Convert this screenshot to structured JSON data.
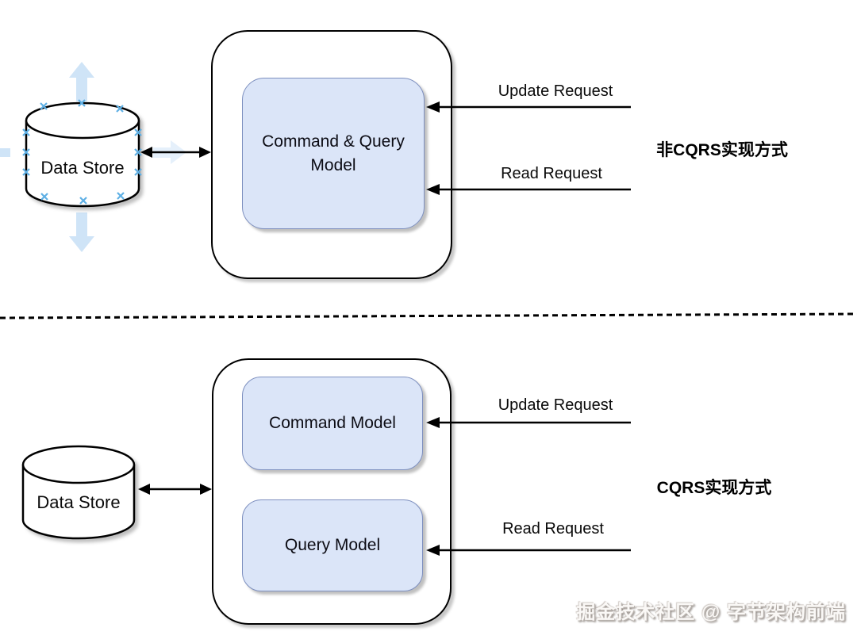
{
  "sections": {
    "non_cqrs": {
      "title": "非CQRS实现方式",
      "data_store_label": "Data Store",
      "model_label": "Command & Query Model",
      "update_request_label": "Update Request",
      "read_request_label": "Read Request"
    },
    "cqrs": {
      "title": "CQRS实现方式",
      "data_store_label": "Data Store",
      "command_model_label": "Command Model",
      "query_model_label": "Query Model",
      "update_request_label": "Update Request",
      "read_request_label": "Read Request"
    }
  },
  "watermark": "掘金技术社区 @ 字节架构前端",
  "colors": {
    "model_box_fill": "#dbe5f8",
    "model_box_border": "#7d8fbf",
    "connection_point_blue": "#5fb0e5",
    "hover_arrow_blue": "#cfe4f7",
    "line_black": "#000000"
  }
}
